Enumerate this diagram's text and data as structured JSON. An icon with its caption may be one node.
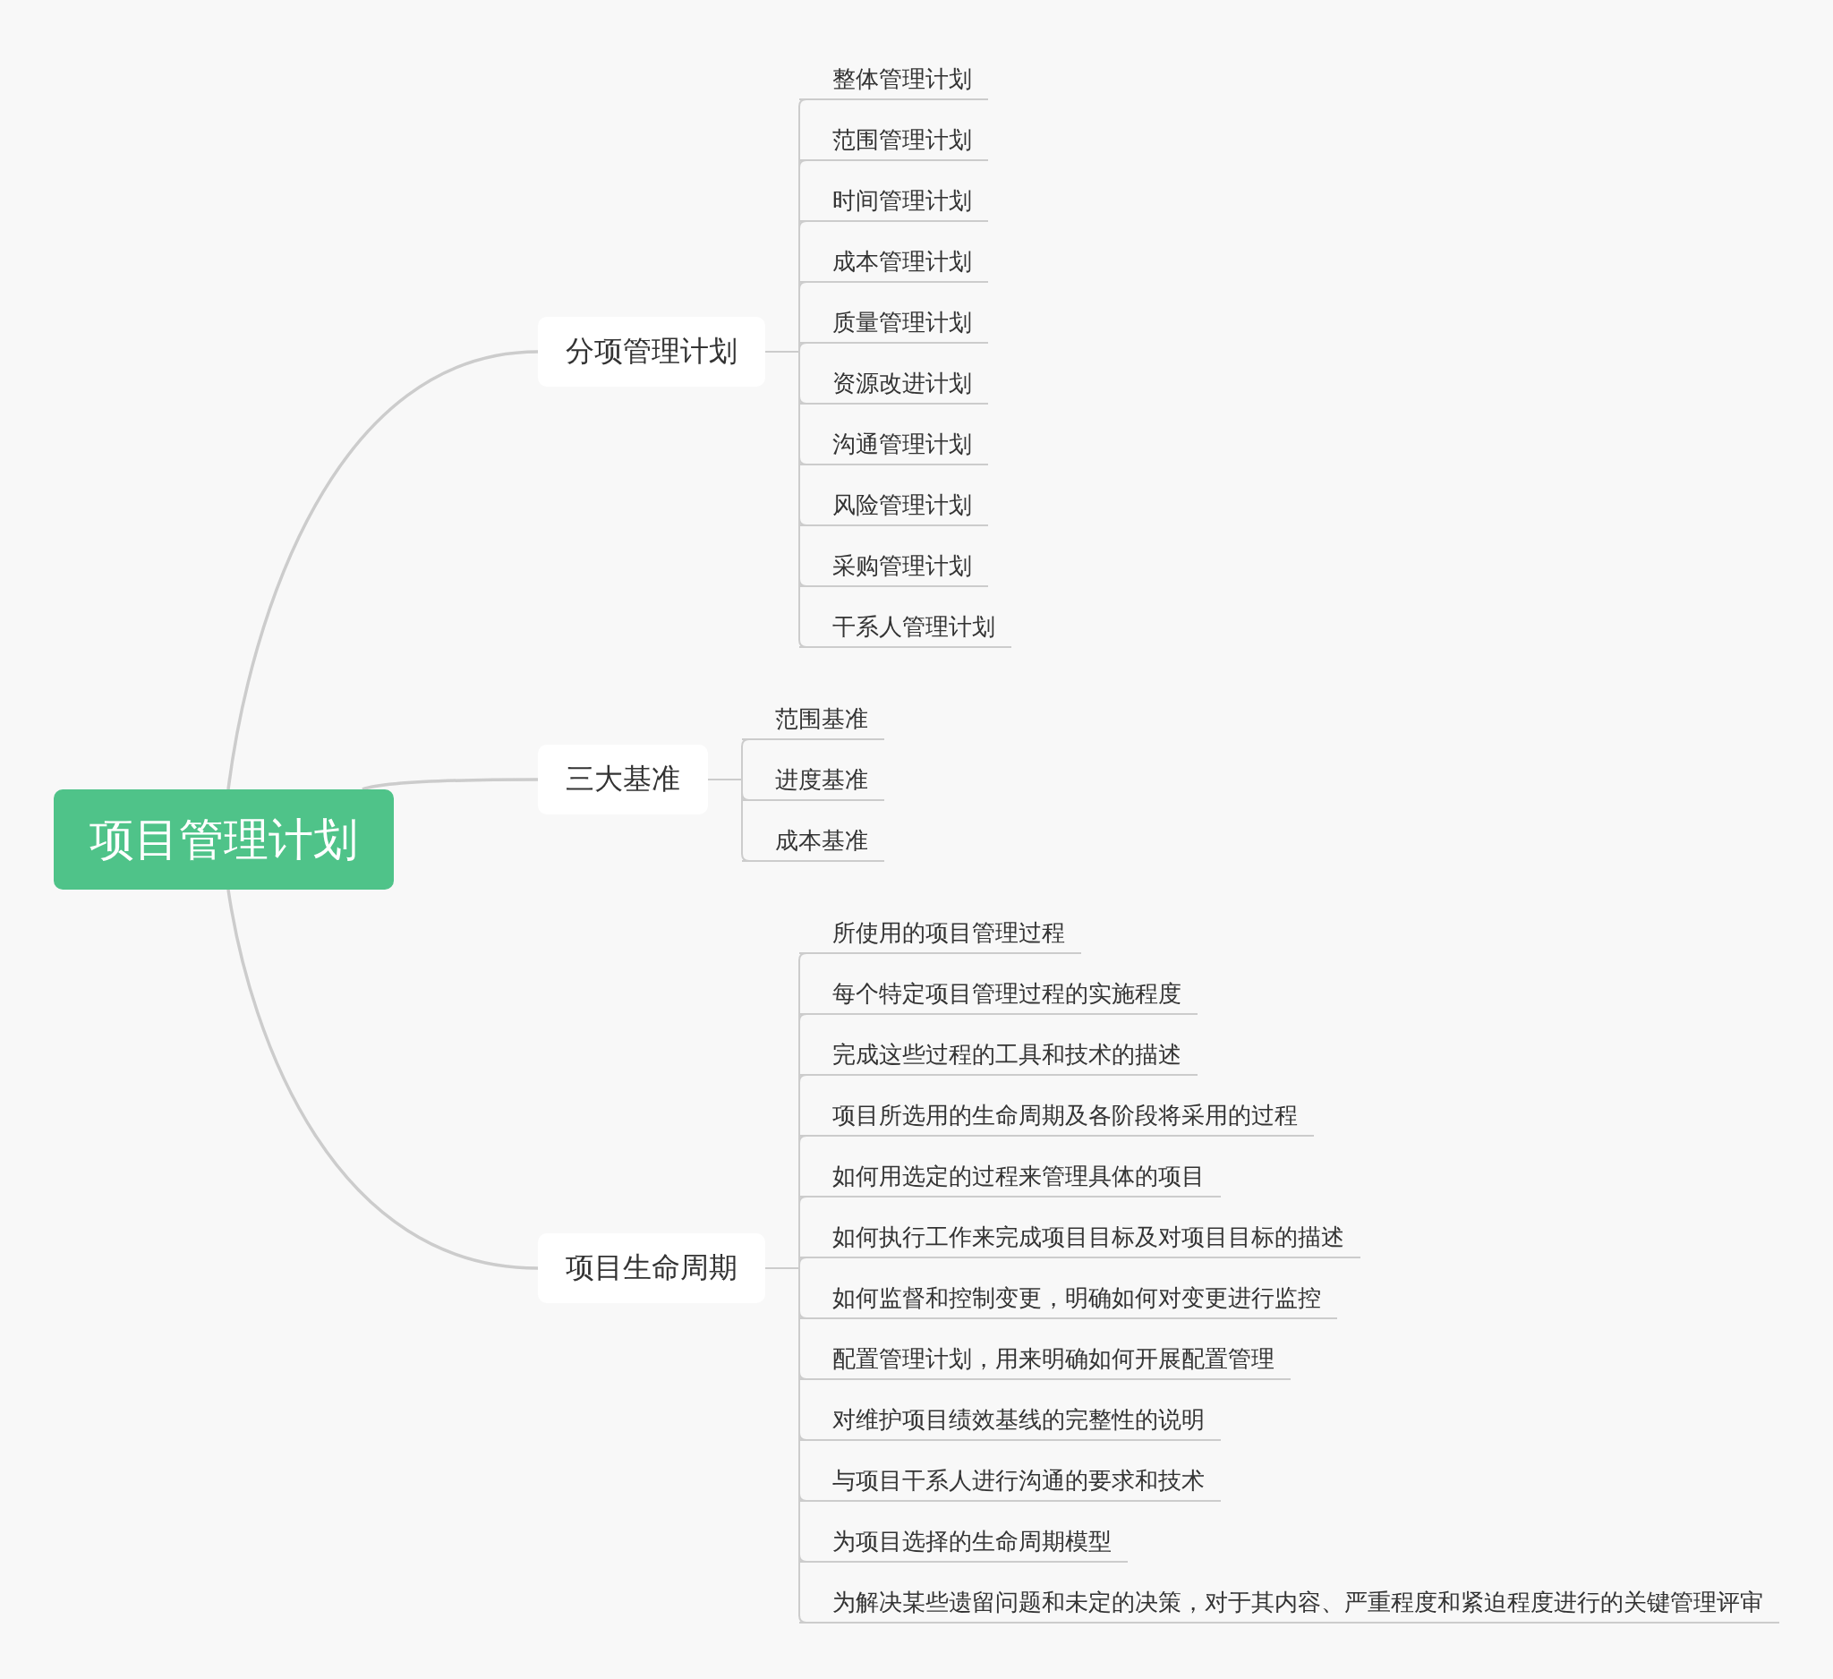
{
  "diagram": {
    "nodes": [
      {
        "text": [
          "项目管理计划"
        ]
      },
      {
        "text": [
          "分项管理计划"
        ]
      },
      {
        "text": [
          "整体管理计划"
        ]
      },
      {
        "text": [
          "范围管理计划"
        ]
      },
      {
        "text": [
          "时间管理计划"
        ]
      },
      {
        "text": [
          "成本管理计划"
        ]
      },
      {
        "text": [
          "质量管理计划"
        ]
      },
      {
        "text": [
          "资源改进计划"
        ]
      },
      {
        "text": [
          "沟通管理计划"
        ]
      },
      {
        "text": [
          "风险管理计划"
        ]
      },
      {
        "text": [
          "采购管理计划"
        ]
      },
      {
        "text": [
          "干系人管理计划"
        ]
      },
      {
        "text": [
          "三大基准"
        ]
      },
      {
        "text": [
          "范围基准"
        ]
      },
      {
        "text": [
          "进度基准"
        ]
      },
      {
        "text": [
          "成本基准"
        ]
      },
      {
        "text": [
          "项目生命周期"
        ]
      },
      {
        "text": [
          "所使用的项目管理过程"
        ]
      },
      {
        "text": [
          "每个特定项目管理过程的实施程度"
        ]
      },
      {
        "text": [
          "完成这些过程的工具和技术的描述"
        ]
      },
      {
        "text": [
          "项目所选用的生命周期及各阶段将采用的过程"
        ]
      },
      {
        "text": [
          "如何用选定的过程来管理具体的项目"
        ]
      },
      {
        "text": [
          "如何执行工作来完成项目目标及对项目目标的描述"
        ]
      },
      {
        "text": [
          "如何监督和控制变更，明确如何对变更进行监控"
        ]
      },
      {
        "text": [
          "配置管理计划，用来明确如何开展配置管理"
        ]
      },
      {
        "text": [
          "对维护项目绩效基线的完整性的说明"
        ]
      },
      {
        "text": [
          "与项目干系人进行沟通的要求和技术"
        ]
      },
      {
        "text": [
          "为项目选择的生命周期模型"
        ]
      },
      {
        "text": [
          "为解决某些遗留问题和未定的决策，对于其内容、严重程度和紧迫程度进行的关键管理评审"
        ]
      }
    ],
    "edges": [
      {
        "from": 0,
        "to": 1,
        "arrow": "none"
      },
      {
        "from": 0,
        "to": 12,
        "arrow": "none"
      },
      {
        "from": 0,
        "to": 16,
        "arrow": "none"
      },
      {
        "from": 1,
        "to": 2,
        "arrow": "none"
      },
      {
        "from": 1,
        "to": 3,
        "arrow": "none"
      },
      {
        "from": 1,
        "to": 4,
        "arrow": "none"
      },
      {
        "from": 1,
        "to": 5,
        "arrow": "none"
      },
      {
        "from": 1,
        "to": 6,
        "arrow": "none"
      },
      {
        "from": 1,
        "to": 7,
        "arrow": "none"
      },
      {
        "from": 1,
        "to": 8,
        "arrow": "none"
      },
      {
        "from": 1,
        "to": 9,
        "arrow": "none"
      },
      {
        "from": 1,
        "to": 10,
        "arrow": "none"
      },
      {
        "from": 1,
        "to": 11,
        "arrow": "none"
      },
      {
        "from": 12,
        "to": 13,
        "arrow": "none"
      },
      {
        "from": 12,
        "to": 14,
        "arrow": "none"
      },
      {
        "from": 12,
        "to": 15,
        "arrow": "none"
      },
      {
        "from": 16,
        "to": 17,
        "arrow": "none"
      },
      {
        "from": 16,
        "to": 18,
        "arrow": "none"
      },
      {
        "from": 16,
        "to": 19,
        "arrow": "none"
      },
      {
        "from": 16,
        "to": 20,
        "arrow": "none"
      },
      {
        "from": 16,
        "to": 21,
        "arrow": "none"
      },
      {
        "from": 16,
        "to": 22,
        "arrow": "none"
      },
      {
        "from": 16,
        "to": 23,
        "arrow": "none"
      },
      {
        "from": 16,
        "to": 24,
        "arrow": "none"
      },
      {
        "from": 16,
        "to": 25,
        "arrow": "none"
      },
      {
        "from": 16,
        "to": 26,
        "arrow": "none"
      },
      {
        "from": 16,
        "to": 27,
        "arrow": "none"
      },
      {
        "from": 16,
        "to": 28,
        "arrow": "none"
      }
    ]
  }
}
